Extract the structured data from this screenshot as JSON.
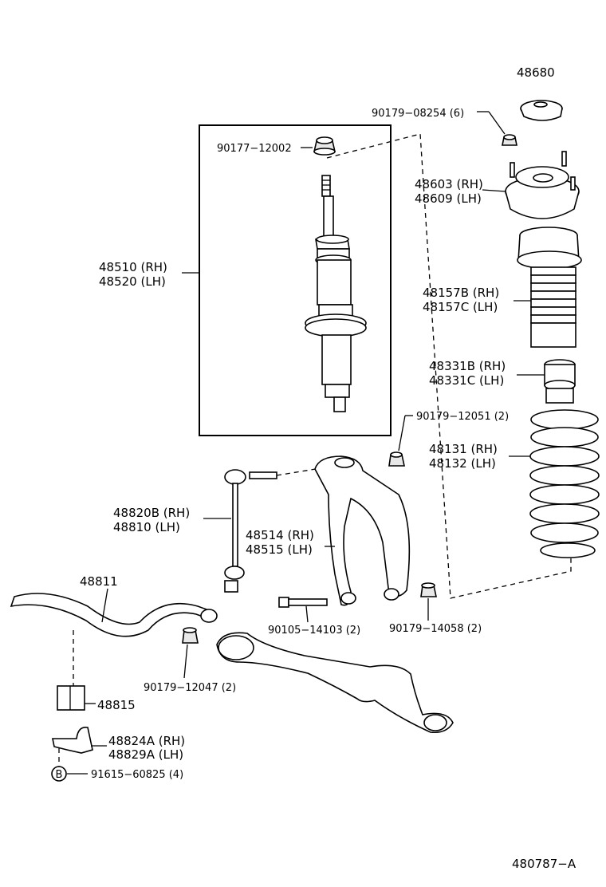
{
  "labels": {
    "p48680": "48680",
    "p90179_08254": "90179−08254 (6)",
    "p90177_12002": "90177−12002",
    "p48603": "48603 (RH)",
    "p48609": "48609 (LH)",
    "p48510": "48510 (RH)",
    "p48520": "48520 (LH)",
    "p48157B": "48157B (RH)",
    "p48157C": "48157C (LH)",
    "p48331B": "48331B (RH)",
    "p48331C": "48331C (LH)",
    "p90179_12051": "90179−12051 (2)",
    "p48131": "48131 (RH)",
    "p48132": "48132 (LH)",
    "p48820B": "48820B (RH)",
    "p48810": "48810   (LH)",
    "p48514": "48514 (RH)",
    "p48515": "48515 (LH)",
    "p48811": "48811",
    "p90105_14103": "90105−14103 (2)",
    "p90179_14058": "90179−14058 (2)",
    "p90179_12047": "90179−12047 (2)",
    "p48815": "48815",
    "p48824A": "48824A (RH)",
    "p48829A": "48829A (LH)",
    "circleB": "B",
    "p91615_60825": "91615−60825 (4)",
    "drawing_no": "480787−A"
  }
}
